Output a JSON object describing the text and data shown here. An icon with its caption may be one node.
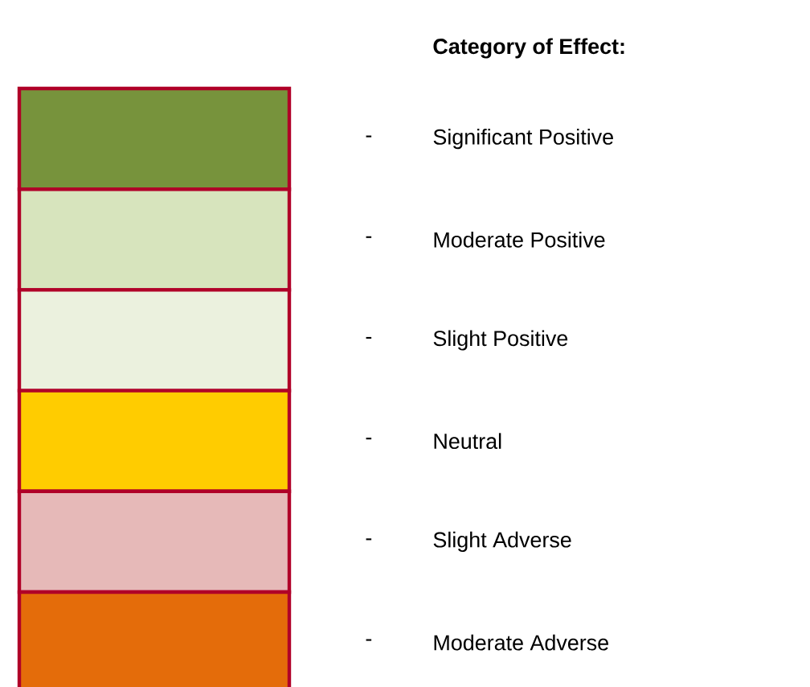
{
  "diagram": {
    "title": "Category of Effect:",
    "labels": [
      "-",
      "-",
      "-",
      "-",
      "-",
      "-"
    ],
    "legend": [
      {
        "text": "Significant Positive",
        "color": "#77933c"
      },
      {
        "text": "Moderate Positive",
        "color": "#d7e4bd"
      },
      {
        "text": "Slight Positive",
        "color": "#ebf1de"
      },
      {
        "text": "Neutral",
        "color": "#ffcc00"
      },
      {
        "text": "Slight Adverse",
        "color": "#e6b9b8"
      },
      {
        "text": "Moderate Adverse",
        "color": "#e46c0a"
      }
    ]
  }
}
